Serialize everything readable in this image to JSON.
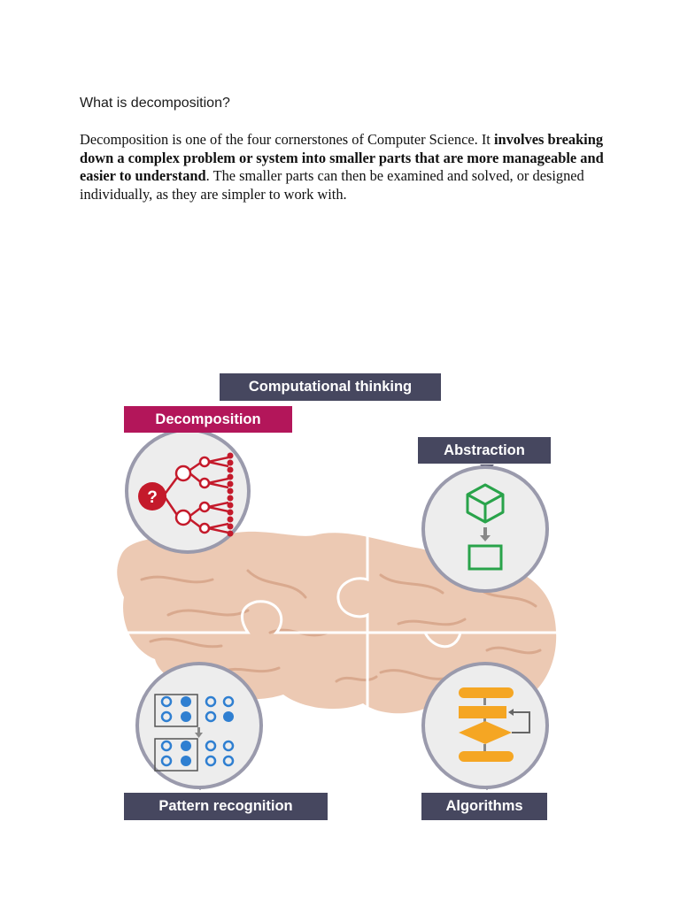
{
  "heading": "What is decomposition?",
  "paragraph": {
    "part1": "Decomposition is one of the four cornerstones of Computer Science. It ",
    "bold": "involves breaking down a complex problem or system into smaller parts that are more manageable and easier to understand",
    "part2": ". The smaller parts can then be examined and solved, or designed individually, as they are simpler to work with."
  },
  "diagram": {
    "title": "Computational thinking",
    "labels": {
      "decomposition": "Decomposition",
      "abstraction": "Abstraction",
      "pattern_recognition": "Pattern recognition",
      "algorithms": "Algorithms"
    },
    "question_mark": "?"
  },
  "colors": {
    "label_dark": "#46475f",
    "decomposition_accent": "#b3165a",
    "decomposition_icon": "#c41a2b",
    "abstraction_icon": "#29a34a",
    "pattern_icon": "#2f7fd1",
    "algorithm_icon": "#f5a623",
    "brain": "#ecc9b3",
    "circle_fill": "#ededed"
  }
}
